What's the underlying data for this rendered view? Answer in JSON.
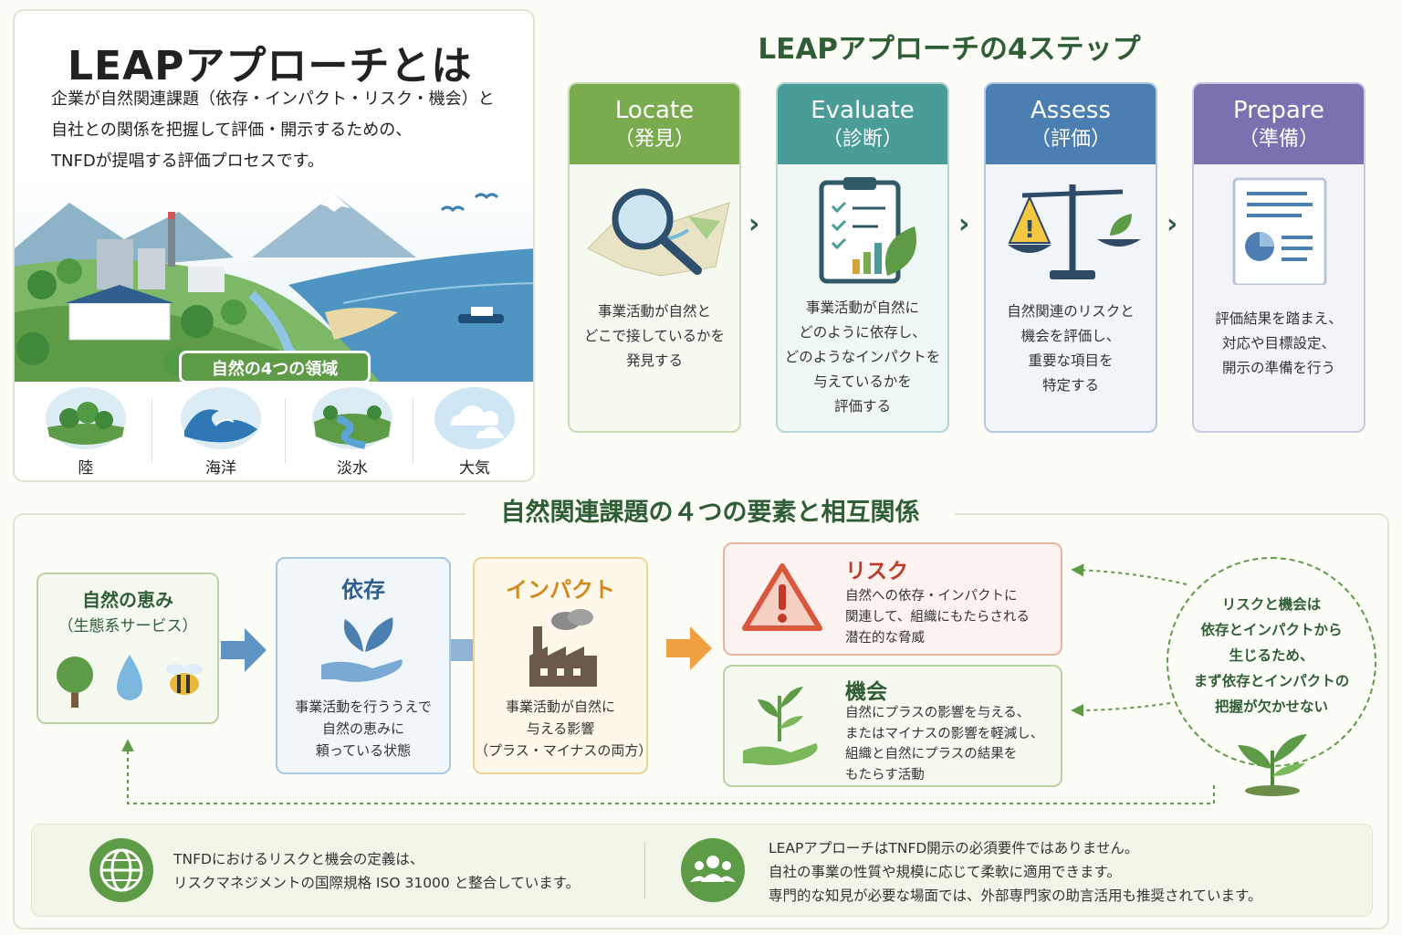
{
  "intro": {
    "title": "LEAPアプローチとは",
    "desc_lines": [
      "企業が自然関連課題（依存・インパクト・リスク・機会）と",
      "自社との関係を把握して評価・開示するための、",
      "TNFDが提唱する評価プロセスです。"
    ],
    "domains_label": "自然の4つの領域",
    "domains": [
      {
        "label": "陸",
        "icon": "forest-icon"
      },
      {
        "label": "海洋",
        "icon": "wave-icon"
      },
      {
        "label": "淡水",
        "icon": "river-icon"
      },
      {
        "label": "大気",
        "icon": "cloud-icon"
      }
    ]
  },
  "steps": {
    "title": "LEAPアプローチの4ステップ",
    "items": [
      {
        "en": "Locate",
        "jp": "（発見）",
        "color": "#7aab4f",
        "icon": "magnifier-map-icon",
        "desc": [
          "事業活動が自然と",
          "どこで接しているかを",
          "発見する"
        ]
      },
      {
        "en": "Evaluate",
        "jp": "（診断）",
        "color": "#4a9c98",
        "icon": "clipboard-checklist-icon",
        "desc": [
          "事業活動が自然に",
          "どのように依存し、",
          "どのようなインパクトを",
          "与えているかを",
          "評価する"
        ]
      },
      {
        "en": "Assess",
        "jp": "（評価）",
        "color": "#4b7fb2",
        "icon": "balance-scale-icon",
        "desc": [
          "自然関連のリスクと",
          "機会を評価し、",
          "重要な項目を",
          "特定する"
        ]
      },
      {
        "en": "Prepare",
        "jp": "（準備）",
        "color": "#7a71b0",
        "icon": "report-document-icon",
        "desc": [
          "評価結果を踏まえ、",
          "対応や目標設定、",
          "開示の準備を行う"
        ]
      }
    ]
  },
  "elements": {
    "title": "自然関連課題の４つの要素と相互関係",
    "eco": {
      "title": "自然の恵み",
      "sub": "（生態系サービス）"
    },
    "dependency": {
      "title": "依存",
      "desc": [
        "事業活動を行ううえで",
        "自然の恵みに",
        "頼っている状態"
      ]
    },
    "impact": {
      "title": "インパクト",
      "desc": [
        "事業活動が自然に",
        "与える影響",
        "（プラス・マイナスの両方）"
      ]
    },
    "risk": {
      "title": "リスク",
      "desc": [
        "自然への依存・インパクトに",
        "関連して、組織にもたらされる",
        "潜在的な脅威"
      ]
    },
    "opportunity": {
      "title": "機会",
      "desc": [
        "自然にプラスの影響を与える、",
        "またはマイナスの影響を軽減し、",
        "組織と自然にプラスの結果を",
        "もたらす活動"
      ]
    },
    "note": [
      "リスクと機会は",
      "依存とインパクトから",
      "生じるため、",
      "まず依存とインパクトの",
      "把握が欠かせない"
    ]
  },
  "info": {
    "left": [
      "TNFDにおけるリスクと機会の定義は、",
      "リスクマネジメントの国際規格 ISO 31000 と整合しています。"
    ],
    "right": [
      "LEAPアプローチはTNFD開示の必須要件ではありません。",
      "自社の事業の性質や規模に応じて柔軟に適用できます。",
      "専門的な知見が必要な場面では、外部専門家の助言活用も推奨されています。"
    ]
  },
  "colors": {
    "green": "#5d9b46",
    "title_green": "#2f5e36",
    "risk_red": "#c0392b",
    "impact_orange": "#d28a1c",
    "dependency_blue": "#2f5f8f"
  }
}
